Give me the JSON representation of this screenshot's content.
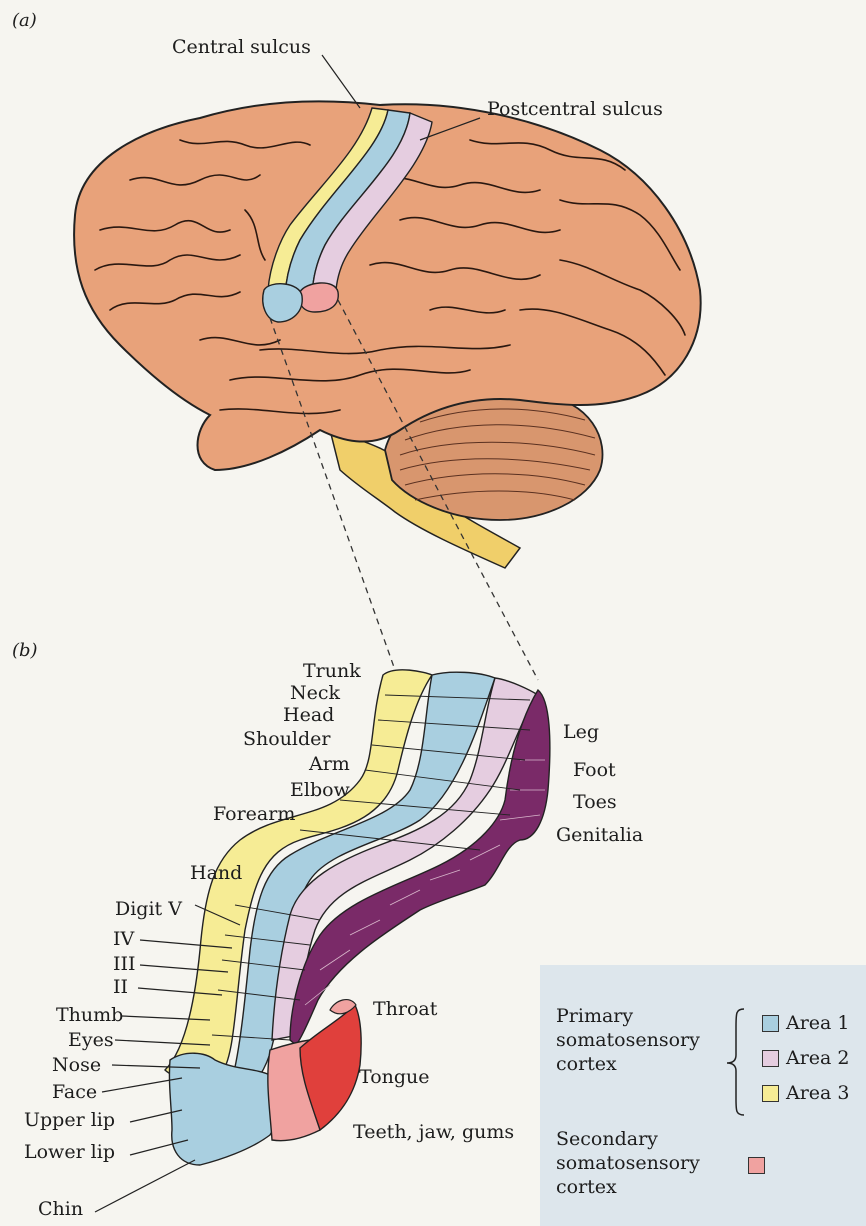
{
  "panels": {
    "a": "(a)",
    "b": "(b)"
  },
  "brain_labels": {
    "central_sulcus": "Central sulcus",
    "postcentral_sulcus": "Postcentral sulcus"
  },
  "body_labels_left": {
    "trunk": "Trunk",
    "neck": "Neck",
    "head": "Head",
    "shoulder": "Shoulder",
    "arm": "Arm",
    "elbow": "Elbow",
    "forearm": "Forearm",
    "hand": "Hand",
    "digit_v": "Digit V",
    "iv": "IV",
    "iii": "III",
    "ii": "II",
    "thumb": "Thumb",
    "eyes": "Eyes",
    "nose": "Nose",
    "face": "Face",
    "upper_lip": "Upper lip",
    "lower_lip": "Lower lip",
    "chin": "Chin"
  },
  "body_labels_right": {
    "leg": "Leg",
    "foot": "Foot",
    "toes": "Toes",
    "genitalia": "Genitalia",
    "throat": "Throat",
    "tongue": "Tongue",
    "teeth": "Teeth, jaw, gums"
  },
  "legend": {
    "primary_1": "Primary",
    "primary_2": "somatosensory",
    "primary_3": "cortex",
    "area1": "Area 1",
    "area2": "Area 2",
    "area3": "Area 3",
    "secondary_1": "Secondary",
    "secondary_2": "somatosensory",
    "secondary_3": "cortex"
  },
  "colors": {
    "brain": "#e8a27a",
    "area1": "#a9cfe0",
    "area2": "#e5cde0",
    "area3": "#f6ec95",
    "secondary": "#f0a2a0",
    "tongue_red": "#e0403c",
    "deep_purple": "#7a2a68",
    "cerebellum": "#d8966e",
    "brainstem": "#f0cf6a",
    "legend_bg": "#dde6ec"
  }
}
